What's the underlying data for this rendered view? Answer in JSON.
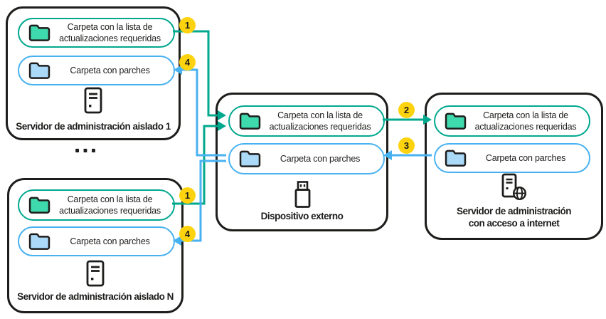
{
  "colors": {
    "ink": "#1d1d1b",
    "green": "#00a88e",
    "green-fill": "#3fd9ae",
    "blue": "#48b2f1",
    "blue-fill": "#abd9f8",
    "yellow": "#fdd30f",
    "bg": "#ffffff"
  },
  "folder_labels": {
    "updates": "Carpeta con la lista de actualizaciones requeridas",
    "patches": "Carpeta con parches"
  },
  "boxes": {
    "server1": {
      "title": "Servidor de administración aislado 1"
    },
    "serverN": {
      "title": "Servidor de administración aislado N"
    },
    "external": {
      "title": "Dispositivo externo"
    },
    "internet": {
      "title": "Servidor de administración con acceso a internet"
    }
  },
  "badges": {
    "step1_server1": "1",
    "step4_server1": "4",
    "step2": "2",
    "step3": "3",
    "step1_serverN": "1",
    "step4_serverN": "4"
  },
  "ellipsis": "...",
  "icons": {
    "server1": "server-tower-icon",
    "serverN": "server-tower-icon",
    "external": "usb-drive-icon",
    "internet": "server-globe-icon",
    "updates_folder": "folder-icon",
    "patches_folder": "folder-icon"
  }
}
